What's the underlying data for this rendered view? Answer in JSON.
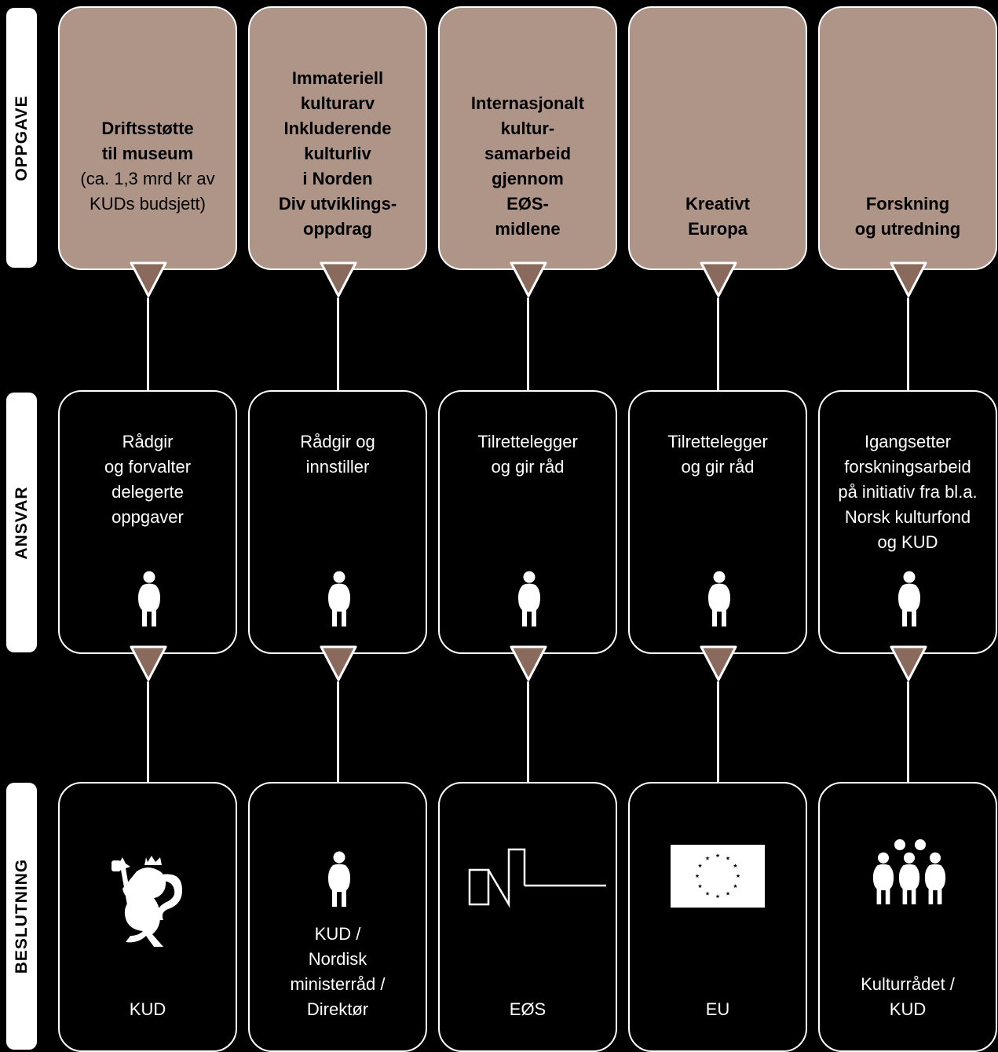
{
  "row_labels": {
    "task": "OPPGAVE",
    "responsibility": "ANSVAR",
    "decision": "BESLUTNING"
  },
  "colors": {
    "task_fill": "#af9488",
    "arrow_fill": "#8a6a5c",
    "background": "#000000",
    "outline": "#ffffff"
  },
  "columns": [
    {
      "task": "Driftsstøtte\ntil museum",
      "task_note": "(ca. 1,3 mrd kr av\nKUDs budsjett)",
      "responsibility": "Rådgir\nog forvalter\ndelegerte\noppgaver",
      "decision": "KUD",
      "decision_icon": "norwegian-lion-coat-of-arms-icon"
    },
    {
      "task": "Immateriell\nkulturarv\nInkluderende\nkulturliv\ni Norden\nDiv utviklings-\noppdrag",
      "task_note": "",
      "responsibility": "Rådgir og\ninnstiller",
      "decision": "KUD /\nNordisk\nministerråd /\nDirektør",
      "decision_icon": "person-icon"
    },
    {
      "task": "Internasjonalt\nkultur-\nsamarbeid\ngjennom\nEØS-\nmidlene",
      "task_note": "",
      "responsibility": "Tilrettelegger\nog gir råd",
      "decision": "EØS",
      "decision_icon": "eea-grants-logo-icon"
    },
    {
      "task": "Kreativt\nEuropa",
      "task_note": "",
      "responsibility": "Tilrettelegger\nog gir råd",
      "decision": "EU",
      "decision_icon": "eu-flag-icon"
    },
    {
      "task": "Forskning\nog utredning",
      "task_note": "",
      "responsibility": "Igangsetter\nforskningsarbeid\npå initiativ fra bl.a.\nNorsk kulturfond\nog KUD",
      "decision": "Kulturrådet /\nKUD",
      "decision_icon": "group-of-people-icon"
    }
  ]
}
